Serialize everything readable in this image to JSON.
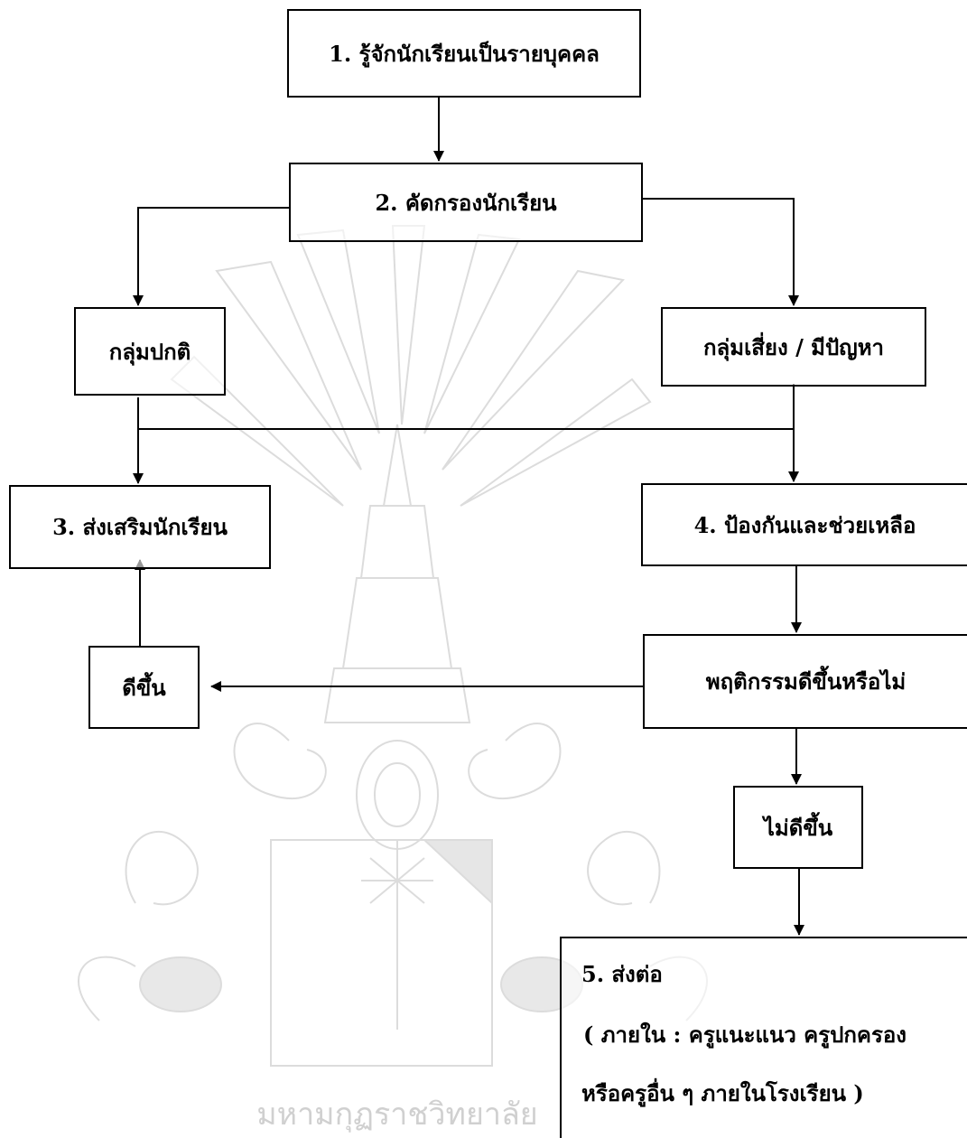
{
  "diagram": {
    "nodes": {
      "step1": "1. รู้จักนักเรียนเป็นรายบุคคล",
      "step2": "2. คัดกรองนักเรียน",
      "normal_group": "กลุ่มปกติ",
      "risk_group": "กลุ่มเสี่ยง / มีปัญหา",
      "step3": "3. ส่งเสริมนักเรียน",
      "step4": "4. ป้องกันและช่วยเหลือ",
      "behavior_check": "พฤติกรรมดีขึ้นหรือไม่",
      "improved": "ดีขึ้น",
      "not_improved": "ไม่ดีขึ้น",
      "step5": {
        "title": "5. ส่งต่อ",
        "line2": "( ภายใน : ครูแนะแนว  ครูปกครอง",
        "line3": "หรือครูอื่น ๆ ภายในโรงเรียน )"
      }
    },
    "watermark": {
      "type": "university-seal",
      "text": "มหามกุฏราชวิทยาลัย"
    },
    "colors": {
      "ink": "#000000",
      "watermark": "#d9d9d9"
    }
  }
}
